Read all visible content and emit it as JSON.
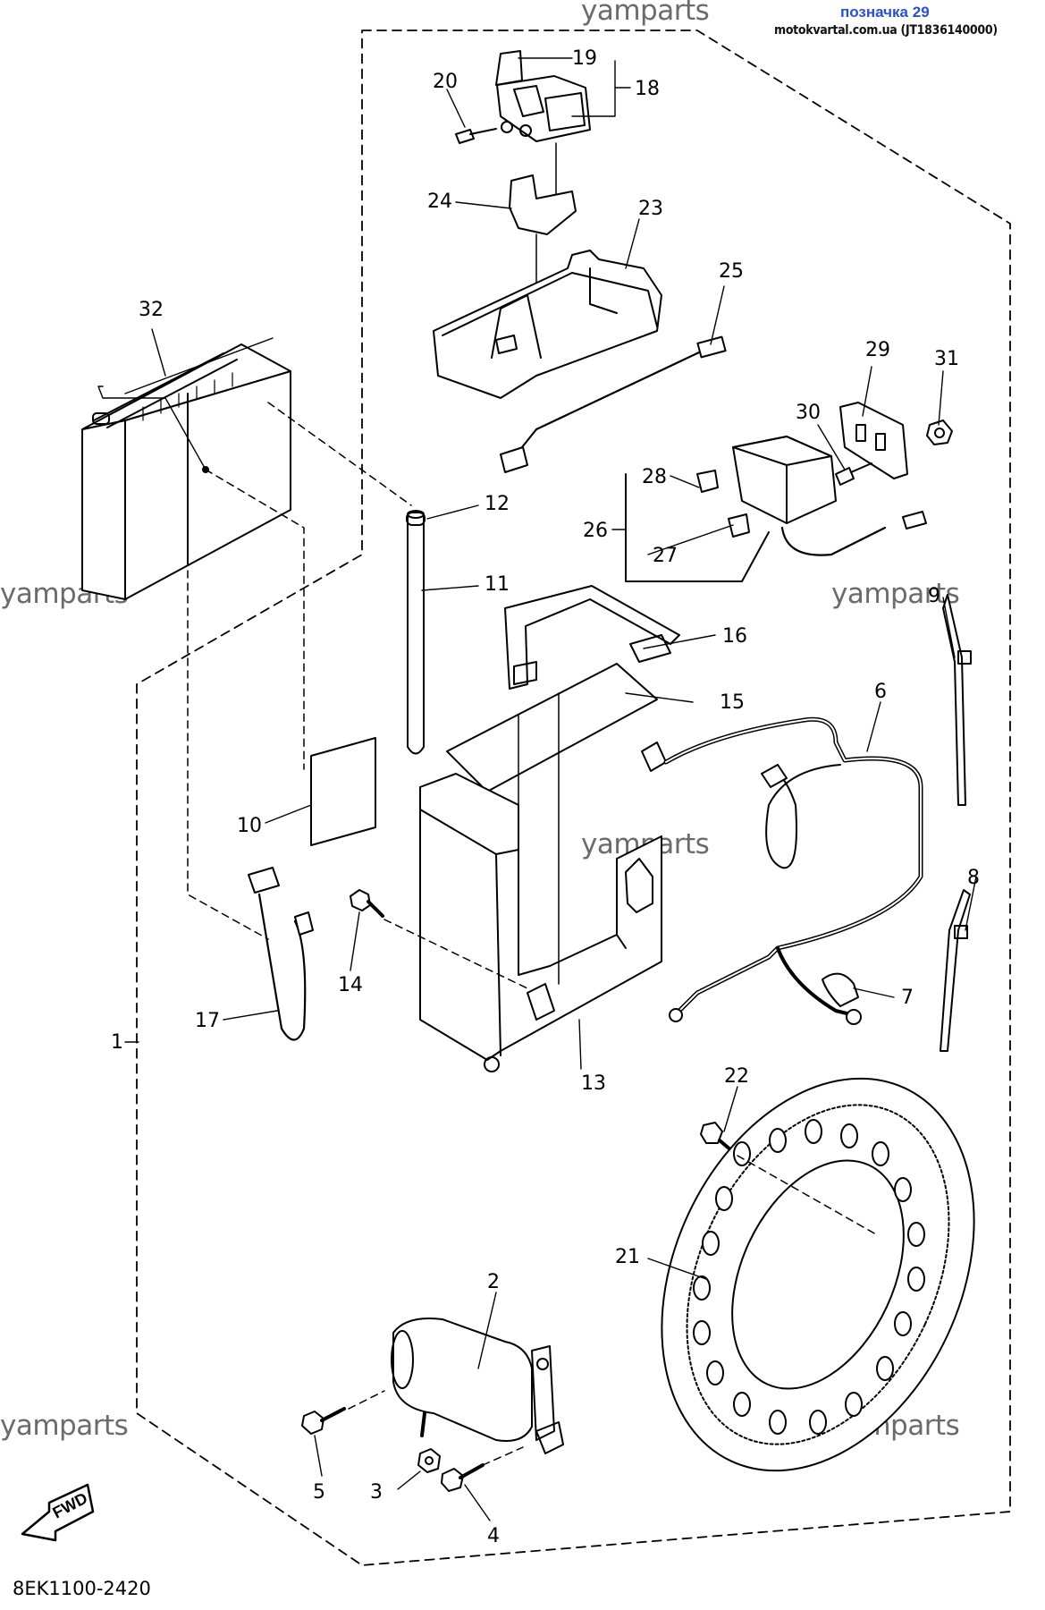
{
  "header": {
    "title": "позначка 29",
    "source": "motokvartal.com.ua (JT1836140000)"
  },
  "watermarks": [
    "yamparts",
    "yamparts",
    "yamparts",
    "yamparts",
    "yamparts",
    "yamparts"
  ],
  "diagram_code": "8EK1100-2420",
  "fwd_label": "FWD",
  "callouts": [
    "1",
    "2",
    "3",
    "4",
    "5",
    "6",
    "7",
    "8",
    "9",
    "10",
    "11",
    "12",
    "13",
    "14",
    "15",
    "16",
    "17",
    "18",
    "19",
    "20",
    "21",
    "22",
    "23",
    "24",
    "25",
    "26",
    "27",
    "28",
    "29",
    "30",
    "31",
    "32"
  ]
}
